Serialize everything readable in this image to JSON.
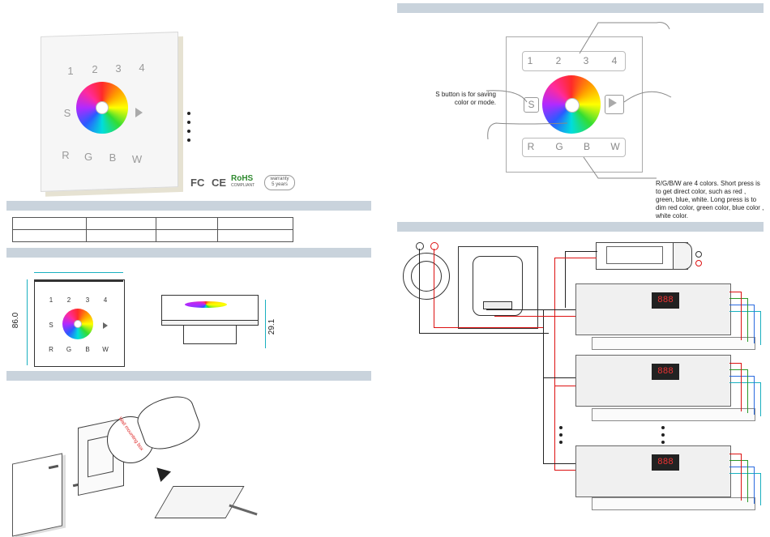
{
  "panel_buttons": {
    "zones": [
      "1",
      "2",
      "3",
      "4"
    ],
    "save": "S",
    "colors": [
      "R",
      "G",
      "B",
      "W"
    ]
  },
  "certifications": {
    "fc": "FC",
    "ce": "CE",
    "rohs": "RoHS",
    "rohs_sub": "COMPLIANT",
    "warranty": "warranty",
    "warranty_years": "5 years"
  },
  "dimensions": {
    "height": "86.0",
    "depth": "29.1"
  },
  "annotations": {
    "s_button_line1": "S button is for saving",
    "s_button_line2": "color or mode.",
    "rgbw_lines": [
      "R/G/B/W are 4 colors. Short press is",
      "to get direct color, such as red ,",
      "green, blue, white. Long press is to",
      "dim red color, green color, blue color ,",
      "white color."
    ]
  },
  "install": {
    "label_line1": "Wall mounting box"
  },
  "decoder_display": "888"
}
